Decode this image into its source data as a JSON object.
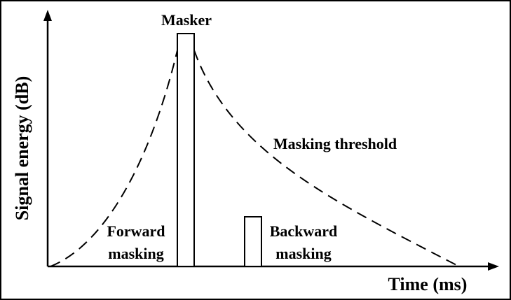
{
  "diagram": {
    "labels": {
      "masker": "Masker",
      "masking_threshold": "Masking threshold",
      "forward_line1": "Forward",
      "forward_line2": "masking",
      "backward_line1": "Backward",
      "backward_line2": "masking",
      "x_axis": "Time (ms)",
      "y_axis": "Signal energy (dB)"
    },
    "colors": {
      "line": "#000000",
      "background": "#ffffff"
    }
  }
}
